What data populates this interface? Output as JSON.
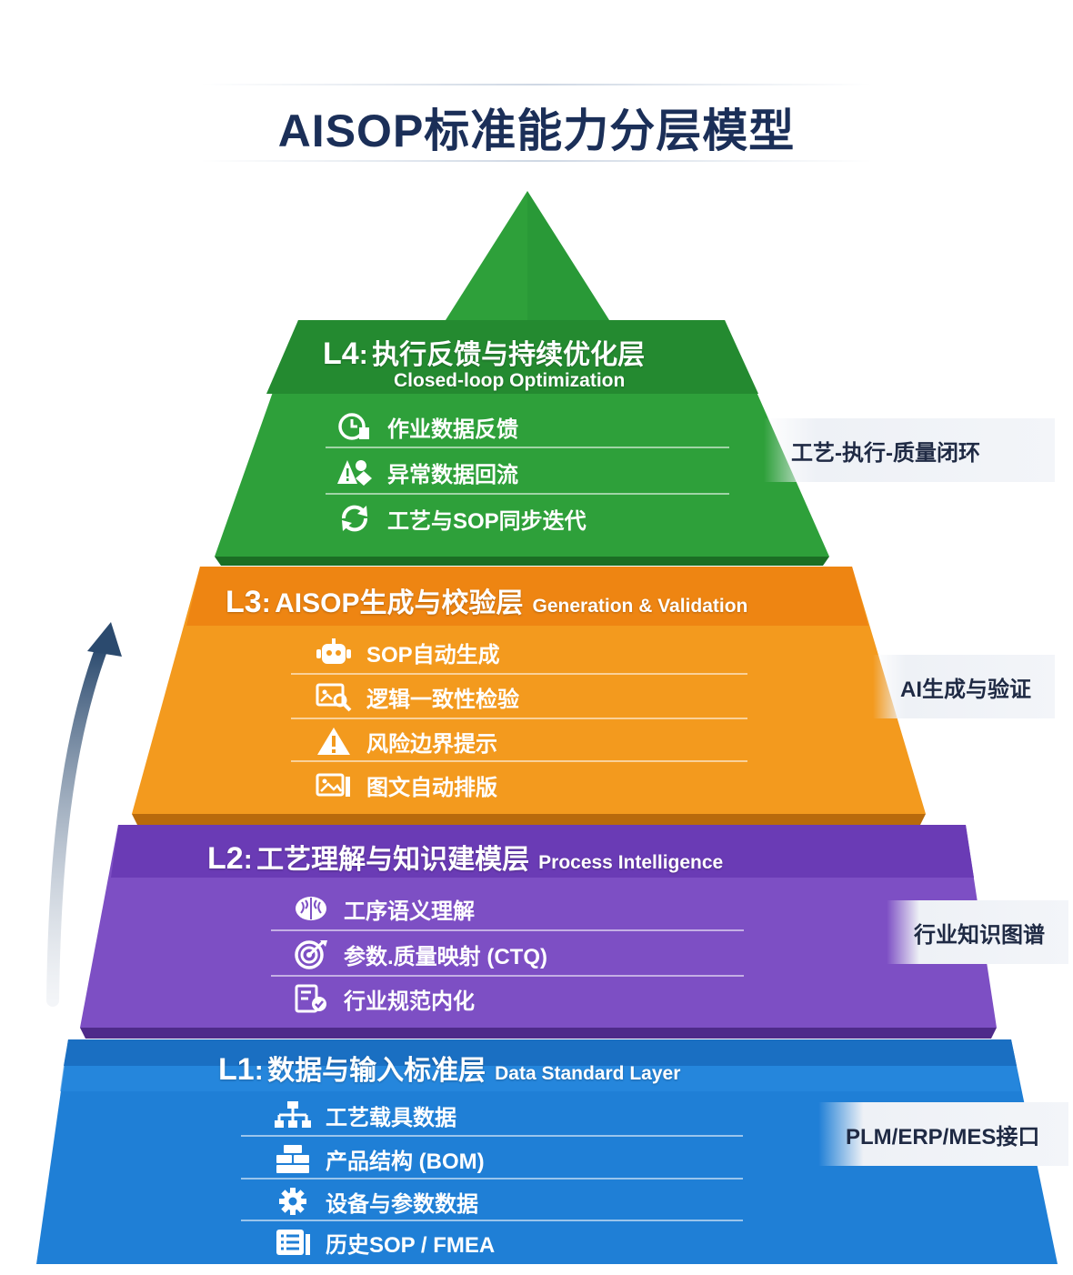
{
  "title": "AISOP标准能力分层模型",
  "layers": {
    "l4": {
      "code": "L4",
      "sep": ":",
      "name_cn": "执行反馈与持续优化层",
      "name_en": "Closed-loop Optimization",
      "color": "#2ea03a",
      "items": [
        "作业数据反馈",
        "异常数据回流",
        "工艺与SOP同步迭代"
      ],
      "icons": [
        "clock-document-icon",
        "warning-shapes-icon",
        "sync-icon"
      ],
      "side_label": "工艺-执行-质量闭环"
    },
    "l3": {
      "code": "L3",
      "sep": ":",
      "name_cn": "AISOP生成与校验层",
      "name_en": "Generation & Validation",
      "color": "#f39a1e",
      "items": [
        "SOP自动生成",
        "逻辑一致性检验",
        "风险边界提示",
        "图文自动排版"
      ],
      "icons": [
        "robot-icon",
        "image-search-icon",
        "warning-icon",
        "image-layout-icon"
      ],
      "side_label": "AI生成与验证"
    },
    "l2": {
      "code": "L2",
      "sep": ":",
      "name_cn": "工艺理解与知识建模层",
      "name_en": "Process Intelligence",
      "color": "#7d4fc4",
      "items": [
        "工序语义理解",
        "参数.质量映射 (CTQ)",
        "行业规范内化"
      ],
      "icons": [
        "brain-icon",
        "target-icon",
        "document-check-icon"
      ],
      "side_label": "行业知识图谱"
    },
    "l1": {
      "code": "L1",
      "sep": ":",
      "name_cn": "数据与输入标准层",
      "name_en": "Data Standard Layer",
      "color": "#1f7fd6",
      "items": [
        "工艺载具数据",
        "产品结构 (BOM)",
        "设备与参数数据",
        "历史SOP / FMEA"
      ],
      "icons": [
        "hierarchy-icon",
        "stack-icon",
        "gear-icon",
        "list-document-icon"
      ],
      "side_label": "PLM/ERP/MES接口"
    }
  }
}
